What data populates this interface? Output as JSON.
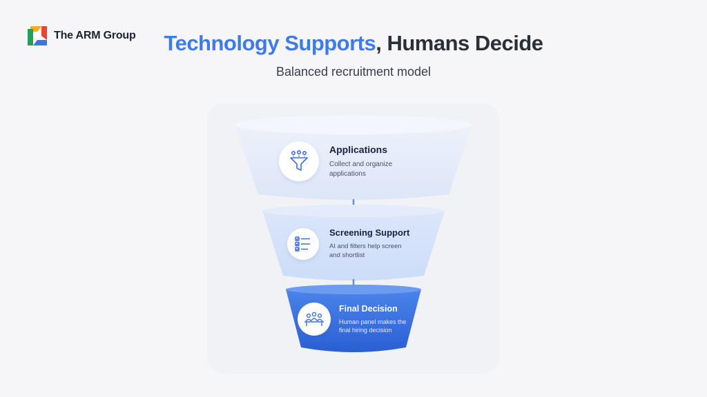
{
  "brand": {
    "name": "The ARM Group"
  },
  "header": {
    "title_accent": "Technology Supports",
    "title_rest": ", Humans Decide",
    "subtitle": "Balanced recruitment model"
  },
  "colors": {
    "accent": "#3d7bea",
    "dark_stage": "#2f63d6",
    "light_stage": "#dfe8fb"
  },
  "funnel": {
    "stages": [
      {
        "title": "Applications",
        "description_line1": "Collect and organize",
        "description_line2": "applications",
        "icon": "funnel-people-icon"
      },
      {
        "title": "Screening Support",
        "description_line1": "AI and filters help screen",
        "description_line2": "and shortlist",
        "icon": "checklist-icon"
      },
      {
        "title": "Final Decision",
        "description_line1": "Human panel makes the",
        "description_line2": "final hiring decision",
        "icon": "panel-people-icon"
      }
    ]
  }
}
